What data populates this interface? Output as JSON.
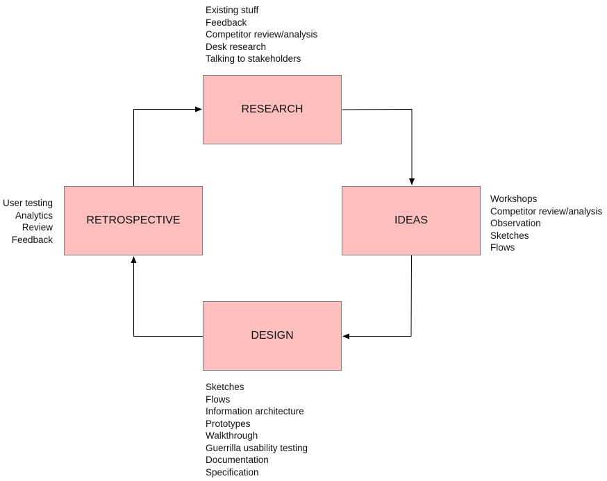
{
  "diagram": {
    "stages": {
      "research": {
        "label": "RESEARCH",
        "notes": [
          "Existing stuff",
          "Feedback",
          "Competitor review/analysis",
          "Desk research",
          "Talking to stakeholders"
        ]
      },
      "ideas": {
        "label": "IDEAS",
        "notes": [
          "Workshops",
          "Competitor review/analysis",
          "Observation",
          "Sketches",
          "Flows"
        ]
      },
      "design": {
        "label": "DESIGN",
        "notes": [
          "Sketches",
          "Flows",
          "Information architecture",
          "Prototypes",
          "Walkthrough",
          "Guerrilla usability testing",
          "Documentation",
          "Specification"
        ]
      },
      "retrospective": {
        "label": "RETROSPECTIVE",
        "notes": [
          "User testing",
          "Analytics",
          "Review",
          "Feedback"
        ]
      }
    },
    "colors": {
      "box_fill": "#ffbfbf",
      "box_border": "#7a7a7a",
      "connector": "#000000"
    }
  }
}
